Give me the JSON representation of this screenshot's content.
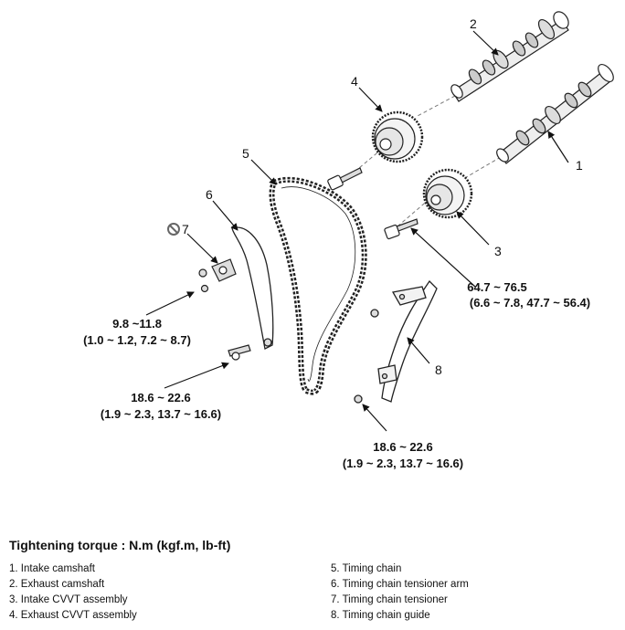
{
  "diagram": {
    "callouts": [
      "1",
      "2",
      "3",
      "4",
      "5",
      "6",
      "7",
      "8"
    ],
    "torques": [
      {
        "value": "9.8 ~11.8",
        "detail": "(1.0 ~ 1.2, 7.2 ~ 8.7)"
      },
      {
        "value": "18.6 ~ 22.6",
        "detail": "(1.9 ~ 2.3, 13.7 ~ 16.6)"
      },
      {
        "value": "64.7 ~ 76.5",
        "detail": "(6.6 ~ 7.8, 47.7 ~ 56.4)"
      },
      {
        "value": "18.6 ~ 22.6",
        "detail": "(1.9 ~ 2.3, 13.7 ~ 16.6)"
      }
    ]
  },
  "legend": {
    "title": "Tightening torque : N.m (kgf.m, lb-ft)",
    "items": [
      "1. Intake camshaft",
      "2. Exhaust camshaft",
      "3. Intake CVVT assembly",
      "4. Exhaust CVVT assembly",
      "5. Timing chain",
      "6. Timing chain tensioner arm",
      "7. Timing chain tensioner",
      "8. Timing chain guide"
    ]
  }
}
